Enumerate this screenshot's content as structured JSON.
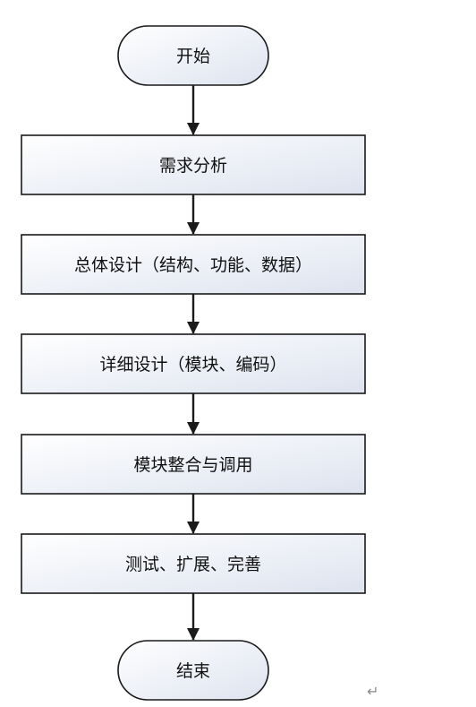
{
  "diagram": {
    "nodes": [
      {
        "id": "start",
        "shape": "terminal",
        "label": "开始"
      },
      {
        "id": "requirements",
        "shape": "process",
        "label": "需求分析"
      },
      {
        "id": "overall-design",
        "shape": "process",
        "label": "总体设计（结构、功能、数据）"
      },
      {
        "id": "detailed-design",
        "shape": "process",
        "label": "详细设计（模块、编码）"
      },
      {
        "id": "integration",
        "shape": "process",
        "label": "模块整合与调用"
      },
      {
        "id": "testing",
        "shape": "process",
        "label": "测试、扩展、完善"
      },
      {
        "id": "end",
        "shape": "terminal",
        "label": "结束"
      }
    ],
    "edges": [
      {
        "from": "start",
        "to": "requirements"
      },
      {
        "from": "requirements",
        "to": "overall-design"
      },
      {
        "from": "overall-design",
        "to": "detailed-design"
      },
      {
        "from": "detailed-design",
        "to": "integration"
      },
      {
        "from": "integration",
        "to": "testing"
      },
      {
        "from": "testing",
        "to": "end"
      }
    ],
    "colors": {
      "stroke": "#1a1a1a",
      "fill_light": "#ffffff",
      "fill_shade": "#dde3ef"
    }
  },
  "page": {
    "return_mark": "↵"
  }
}
